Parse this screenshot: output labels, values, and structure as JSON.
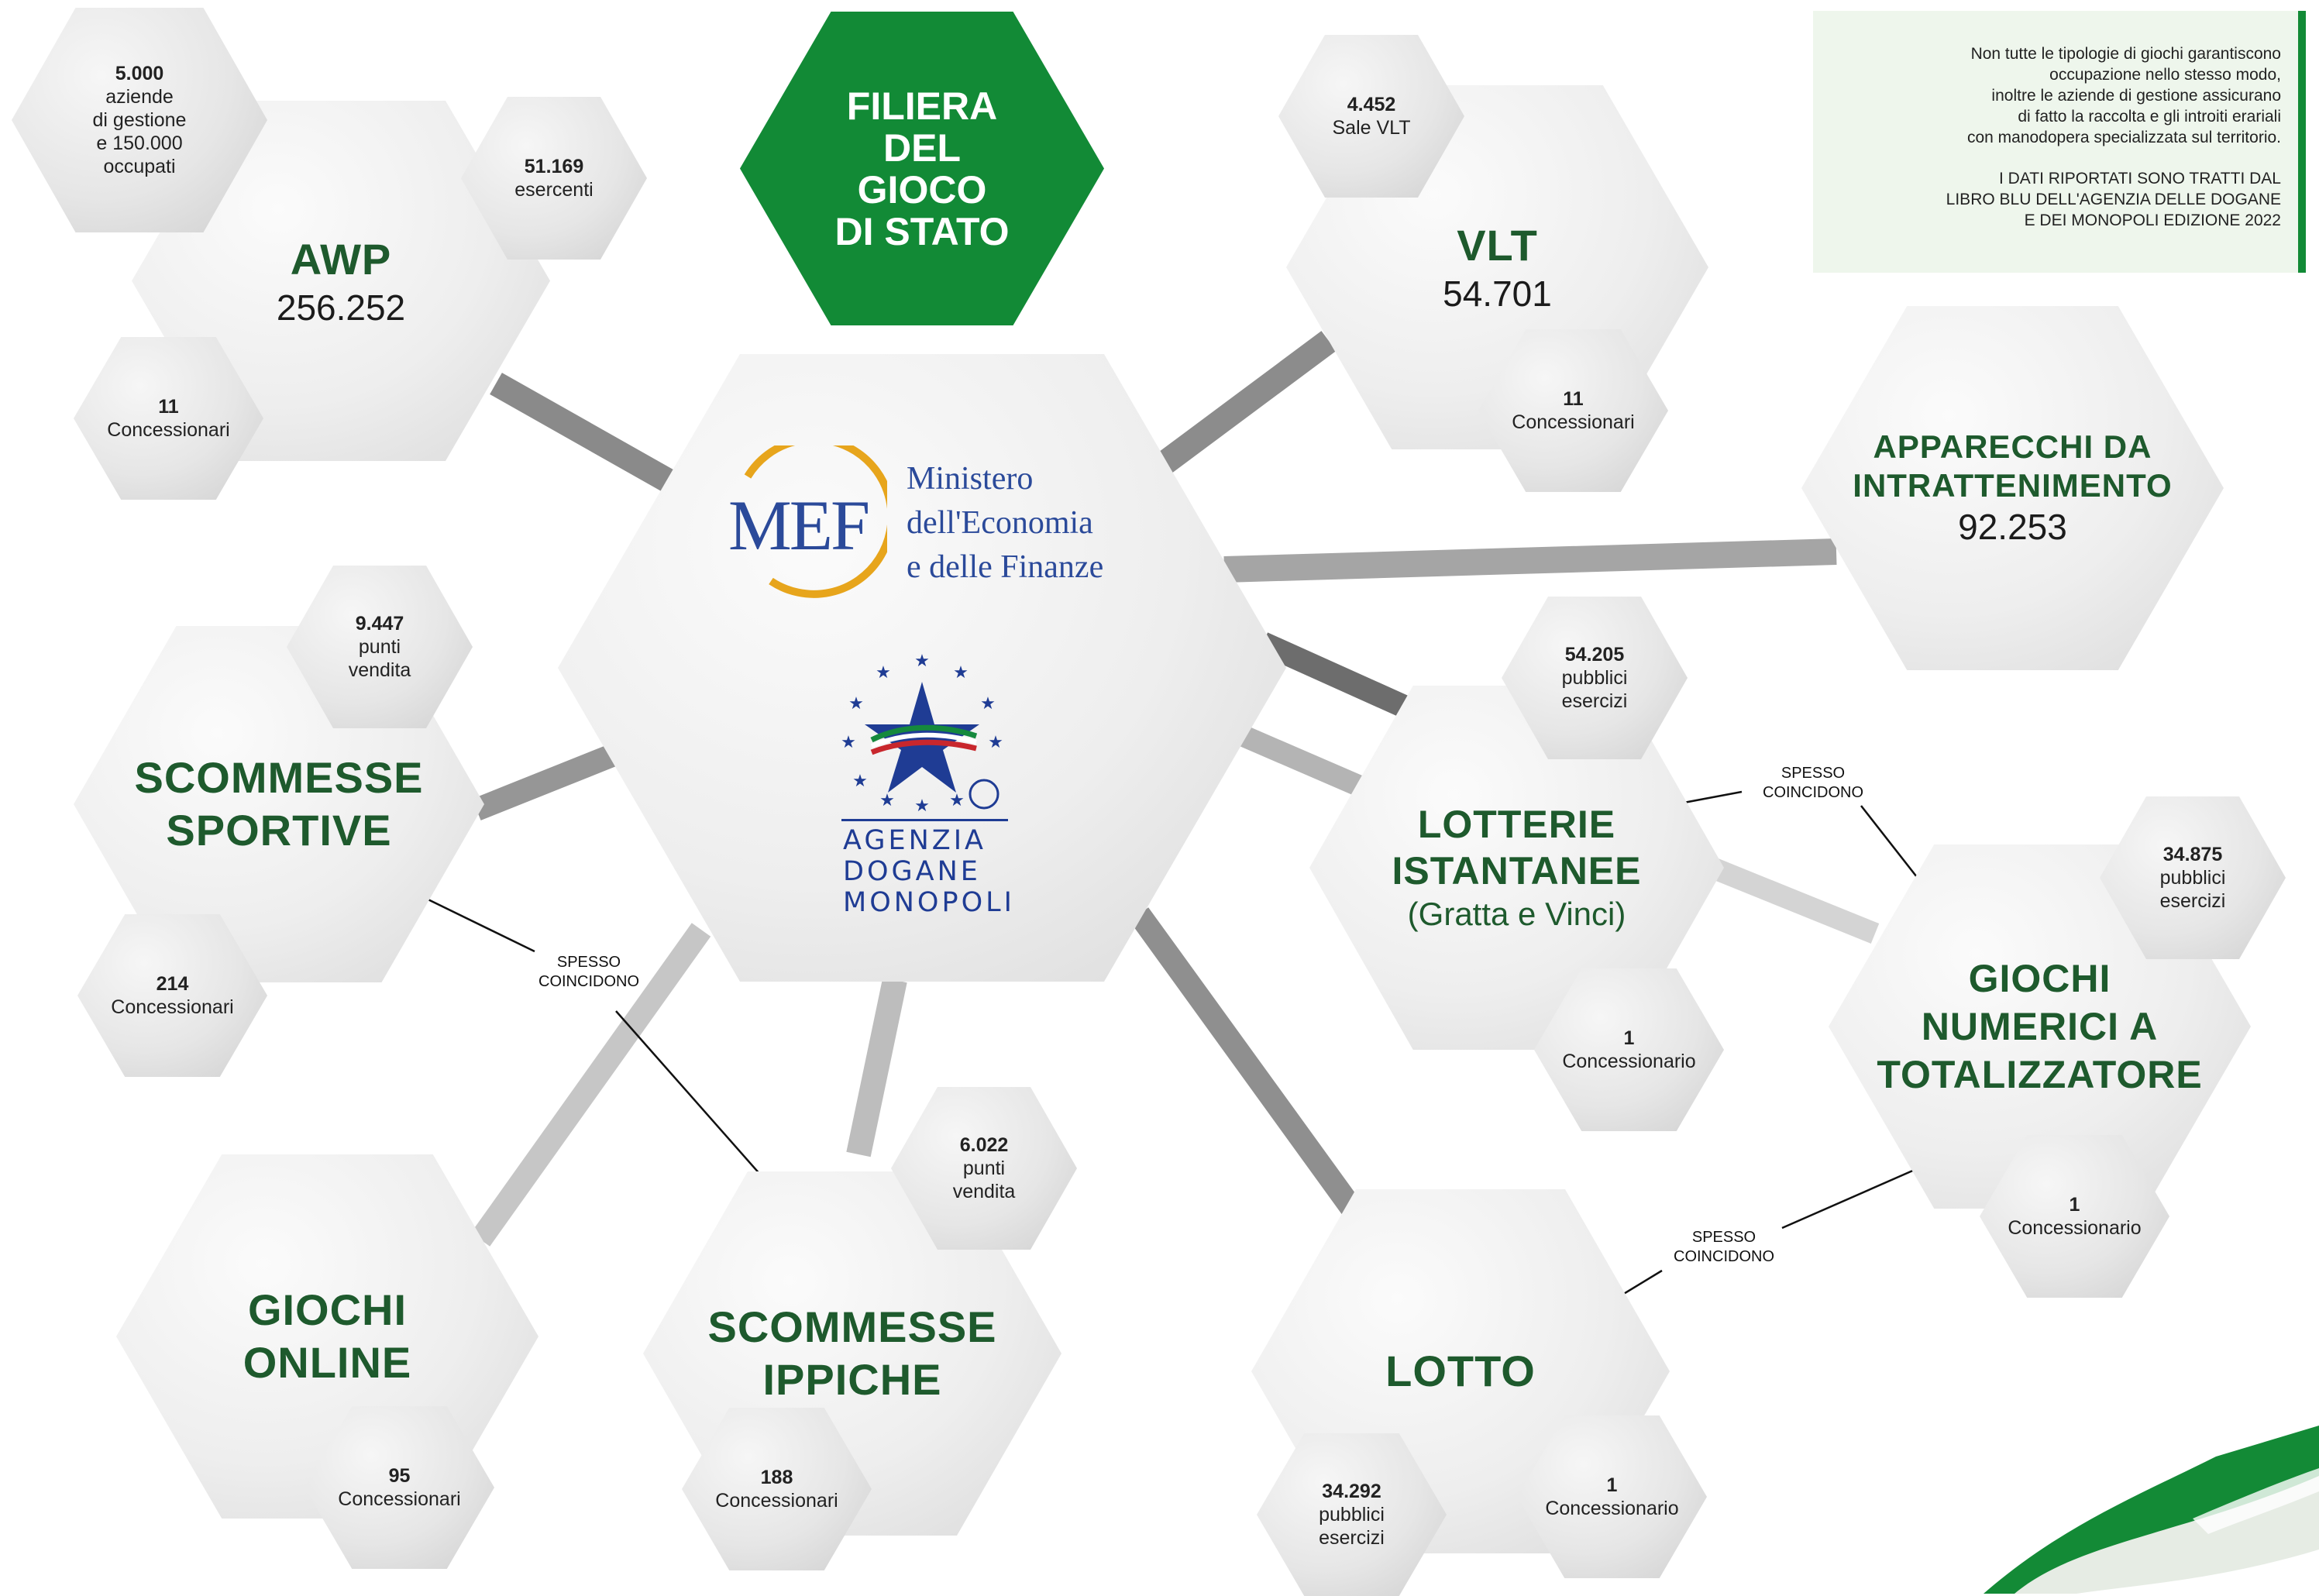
{
  "main_title": "FILIERA\nDEL\nGIOCO\nDI STATO",
  "note": {
    "paragraph1": "Non tutte le tipologie di giochi garantiscono\noccupazione nello stesso modo,\ninoltre le aziende di gestione assicurano\ndi fatto la raccolta e gli introiti erariali\ncon manodopera specializzata sul territorio.",
    "paragraph2": "I DATI RIPORTATI SONO TRATTI DAL\nLIBRO BLU DELL'AGENZIA DELLE DOGANE\nE DEI MONOPOLI EDIZIONE 2022"
  },
  "center": {
    "mef_abbr": "MEF",
    "mef_line1": "Ministero",
    "mef_line2": "dell'Economia",
    "mef_line3": "e delle Finanze",
    "adm_line1": "AGENZIA",
    "adm_line2": "DOGANE",
    "adm_line3": "MONOPOLI"
  },
  "games": {
    "awp": {
      "title": "AWP",
      "value": "256.252",
      "stat_a_num": "5.000",
      "stat_a_text": "aziende\ndi gestione\ne 150.000\noccupati",
      "stat_b_num": "51.169",
      "stat_b_text": "esercenti",
      "conc_num": "11",
      "conc_text": "Concessionari"
    },
    "vlt": {
      "title": "VLT",
      "value": "54.701",
      "stat_num": "4.452",
      "stat_text": "Sale VLT",
      "conc_num": "11",
      "conc_text": "Concessionari"
    },
    "apparecchi": {
      "title": "APPARECCHI DA\nINTRATTENIMENTO",
      "value": "92.253"
    },
    "scommesse_sportive": {
      "title": "SCOMMESSE\nSPORTIVE",
      "stat_num": "9.447",
      "stat_text": "punti\nvendita",
      "conc_num": "214",
      "conc_text": "Concessionari"
    },
    "lotterie": {
      "title": "LOTTERIE\nISTANTANEE",
      "subtitle": "(Gratta e Vinci)",
      "stat_num": "54.205",
      "stat_text": "pubblici\nesercizi",
      "conc_num": "1",
      "conc_text": "Concessionario"
    },
    "giochi_numerici": {
      "title": "GIOCHI\nNUMERICI A\nTOTALIZZATORE",
      "stat_num": "34.875",
      "stat_text": "pubblici\nesercizi",
      "conc_num": "1",
      "conc_text": "Concessionario"
    },
    "giochi_online": {
      "title": "GIOCHI\nONLINE",
      "conc_num": "95",
      "conc_text": "Concessionari"
    },
    "scommesse_ippiche": {
      "title": "SCOMMESSE\nIPPICHE",
      "stat_num": "6.022",
      "stat_text": "punti\nvendita",
      "conc_num": "188",
      "conc_text": "Concessionari"
    },
    "lotto": {
      "title": "LOTTO",
      "stat_num": "34.292",
      "stat_text": "pubblici\nesercizi",
      "conc_num": "1",
      "conc_text": "Concessionario"
    }
  },
  "links": {
    "label_lotterie_numerici": "SPESSO\nCOINCIDONO",
    "label_sportive_ippiche": "SPESSO\nCOINCIDONO",
    "label_lotto_numerici": "SPESSO\nCOINCIDONO"
  },
  "colors": {
    "brand_green": "#128a36",
    "title_green": "#1e5a2d",
    "mef_blue": "#2b4a9a",
    "mef_gold": "#e7a51c"
  }
}
